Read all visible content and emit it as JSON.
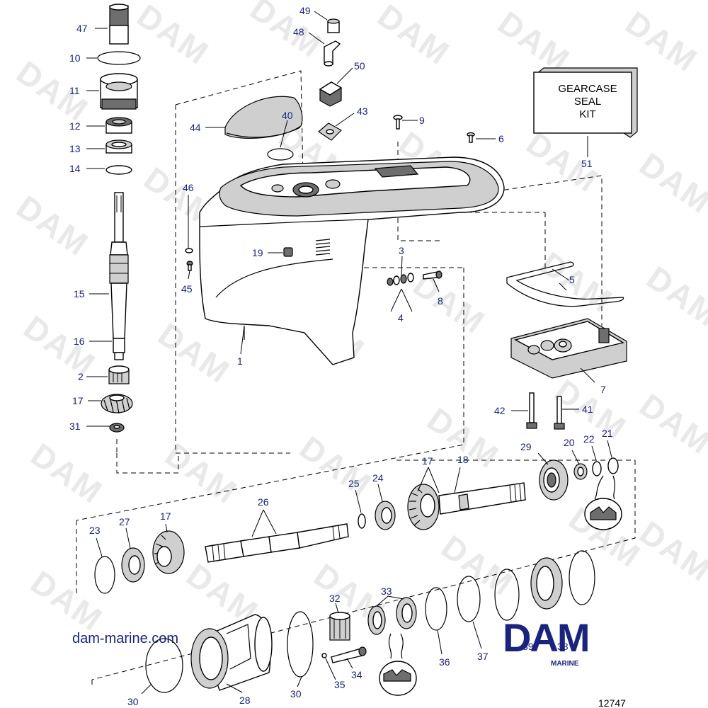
{
  "watermark": "DAM",
  "kit_label": {
    "line1": "GEARCASE",
    "line2": "SEAL",
    "line3": "KIT"
  },
  "callouts": {
    "c1": "1",
    "c2": "2",
    "c3": "3",
    "c4": "4",
    "c5": "5",
    "c6": "6",
    "c7": "7",
    "c8": "8",
    "c9": "9",
    "c10": "10",
    "c11": "11",
    "c12": "12",
    "c13": "13",
    "c14": "14",
    "c15": "15",
    "c16": "16",
    "c17a": "17",
    "c17b": "17",
    "c17c": "17",
    "c18": "18",
    "c19": "19",
    "c20": "20",
    "c21": "21",
    "c22": "22",
    "c23": "23",
    "c24": "24",
    "c25": "25",
    "c26": "26",
    "c27": "27",
    "c28": "28",
    "c29": "29",
    "c30a": "30",
    "c30b": "30",
    "c31": "31",
    "c32": "32",
    "c33": "33",
    "c34": "34",
    "c35": "35",
    "c36": "36",
    "c37": "37",
    "c38": "38",
    "c39": "39",
    "c40": "40",
    "c41": "41",
    "c42": "42",
    "c43": "43",
    "c44": "44",
    "c45": "45",
    "c46": "46",
    "c47": "47",
    "c48": "48",
    "c49": "49",
    "c50": "50",
    "c51": "51"
  },
  "website": "dam-marine.com",
  "brand": {
    "name": "DAM",
    "sub": "MARINE"
  },
  "figure_number": "12747",
  "colors": {
    "callout": "#1a237e",
    "brand": "#1a237e",
    "watermark": "#e9e9e9"
  }
}
